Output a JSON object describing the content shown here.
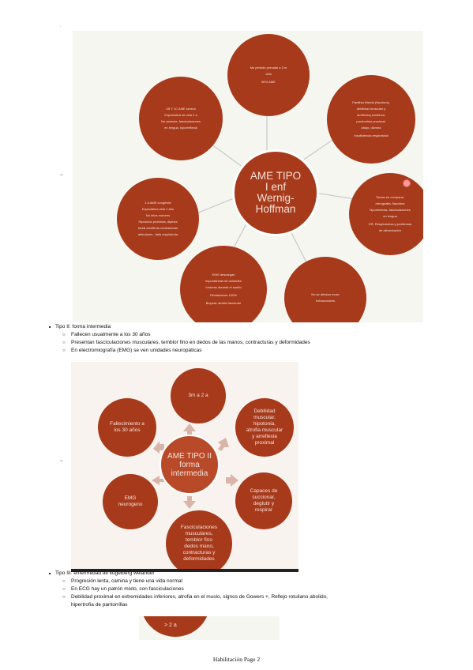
{
  "slide1": {
    "center": [
      "AME TIPO",
      "I enf",
      "Wernig-",
      "Hoffman"
    ],
    "nodes": [
      {
        "lines": [
          "Ms periodo prenatal a 3 m",
          "vida",
          "",
          "60% AME"
        ]
      },
      {
        "lines": [
          "Parálisis flácida (hipotonía,",
          "debilidad muscular y",
          "arreflexia),simétrica,",
          "predominio proximal,",
          "abajo, dismea",
          "",
          "Insuficiencia respiratoria"
        ]
      },
      {
        "lines": [
          "Tomas en comparar,",
          "retrognatia, flaccides",
          "hipomimicas, fasciculaciones",
          "en lengua",
          "",
          "OR. Respiratorias y problemas",
          "de alimentación"
        ]
      },
      {
        "lines": [
          "No se afectan musc",
          "extraoculares"
        ]
      },
      {
        "lines": [
          "EMG descargas",
          "espontáneas de unidades",
          "motoras durante el sueño",
          "",
          "Fibrilaciones 100%",
          "",
          "Biopsia: atrofia fascicular"
        ]
      },
      {
        "lines": [
          "1 A AME congénito",
          "Expectativa vida 1 año",
          "No hitos motores",
          "Hipotonía profunda, dipexia",
          "facial arreflexia contracturas",
          "articulares , falla respiratoria"
        ]
      },
      {
        "lines": [
          "1B Y 1C AME severa",
          "Expectativa de vida 2 a",
          "No sedente, fasciculaciones",
          "en lengua, hiporreflexia"
        ]
      }
    ]
  },
  "type2": {
    "heading": "Tipo II: forma intermedia",
    "bullets": [
      "Fallecen usualmente a los 30 años",
      "Presentan fasciculaciones musculares, temblor fino en dedos de las manos, contracturas y deformidades",
      "En electromiografía (EMG) se ven unidades neuropáticas"
    ]
  },
  "slide2": {
    "center": [
      "AME TIPO II",
      "forma",
      "intermedia"
    ],
    "nodes": [
      {
        "lines": [
          "3m a 2 a"
        ]
      },
      {
        "lines": [
          "Debilidad",
          "muscular,",
          "hipotonia,",
          "atrofia muscular",
          "y arreflexia",
          "proximal"
        ]
      },
      {
        "lines": [
          "Capaces de",
          "succionar,",
          "deglutir y",
          "respirar"
        ]
      },
      {
        "lines": [
          "Fasciculaciones",
          "musculares,",
          "temblor fino",
          "dedos mano,",
          "contracturas y",
          "deformidades"
        ]
      },
      {
        "lines": [
          "EMG",
          "neurogeno"
        ]
      },
      {
        "lines": [
          "Fallecimiento a",
          "los 30 años"
        ]
      }
    ]
  },
  "type3": {
    "heading": "Tipo III: enfermedad de kugelberg welander",
    "bullets": [
      "Progresión lenta, camina y tiene una vida normal",
      "En ECG hay un patrón mixto, con fasciculaciones",
      "Debilidad proximal en extremidades inferiores, atrofia en el muslo, signos de Gowers +, Reflejo rotuliano abolido,",
      "hipertrofia de pantorrillas"
    ]
  },
  "slide3": {
    "label": "> 2 a"
  },
  "footer": "Habilitación Page 2",
  "colors": {
    "accent": "#a83a1c",
    "slide1_bg": "#f5f6ef",
    "slide2_bg": "#f8f3ee",
    "arrow": "#d8b5a8"
  }
}
